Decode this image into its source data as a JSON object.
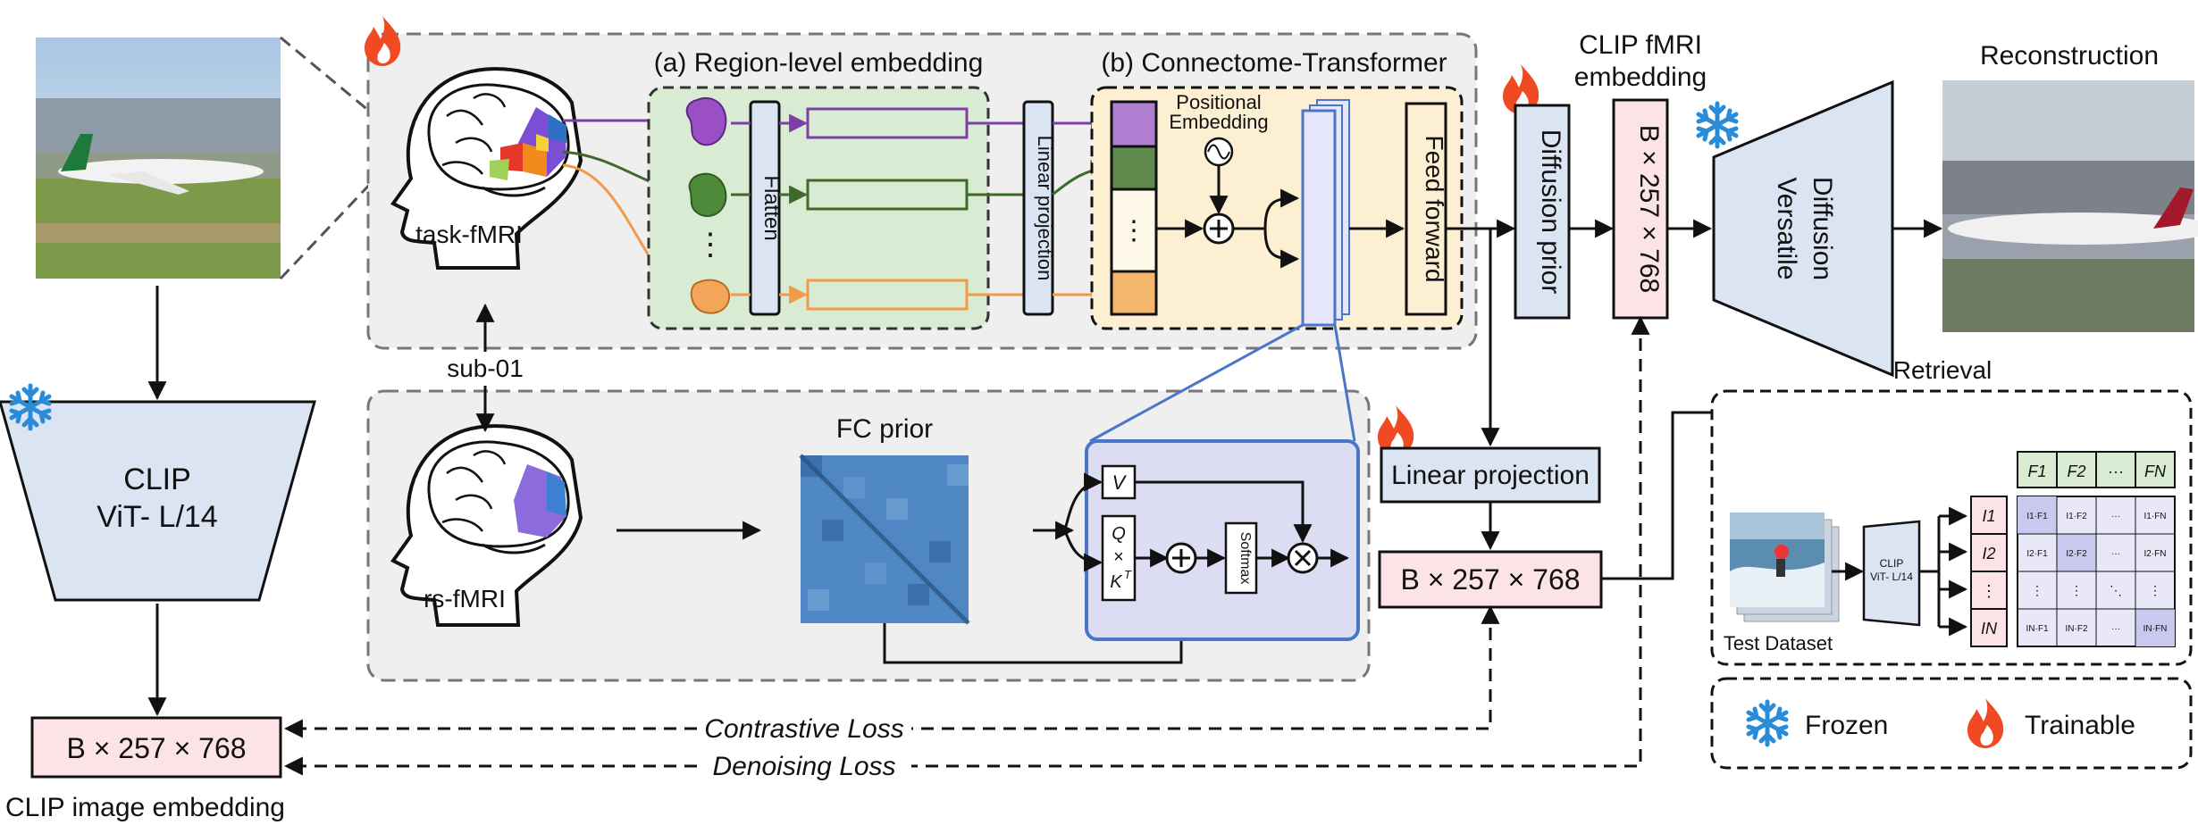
{
  "panels": {
    "region_title": "(a) Region-level embedding",
    "connectome_title": "(b) Connectome-Transformer"
  },
  "labels": {
    "task_fmri": "task-fMRI",
    "rs_fmri": "rs-fMRI",
    "subject": "sub-01",
    "flatten": "Flatten",
    "linear_projection_vertical": "Linear projection",
    "positional_embedding_line1": "Positional",
    "positional_embedding_line2": "Embedding",
    "feed_forward": "Feed forward",
    "fc_prior": "FC prior",
    "diffusion_prior": "Diffusion prior",
    "clip_fmri_line1": "CLIP fMRI",
    "clip_fmri_line2": "embedding",
    "clip_fmri_box": "B × 257 × 768",
    "versatile_line1": "Versatile",
    "versatile_line2": "Diffusion",
    "reconstruction": "Reconstruction",
    "linear_projection_box": "Linear projection",
    "embedding_box": "B × 257 × 768",
    "retrieval": "Retrieval",
    "clip_line1": "CLIP",
    "clip_line2": "ViT- L/14",
    "clip_small_line1": "CLIP",
    "clip_small_line2": "ViT- L/14",
    "test_dataset": "Test Dataset",
    "clip_image_box": "B × 257 × 768",
    "clip_image_embedding": "CLIP image embedding",
    "contrastive_loss": "Contrastive Loss",
    "denoising_loss": "Denoising Loss",
    "legend_frozen": "Frozen",
    "legend_trainable": "Trainable",
    "attn_v": "V",
    "attn_q": "Q",
    "attn_times": "×",
    "attn_kt": "K",
    "attn_kt_sup": "T",
    "softmax": "Softmax",
    "dots": "⋮"
  },
  "retrieval_matrix": {
    "F_labels": [
      "F1",
      "F2",
      "···",
      "FN"
    ],
    "I_labels": [
      "I1",
      "I2",
      "⋮",
      "IN"
    ],
    "rows": [
      [
        "I1·F1",
        "I1·F2",
        "···",
        "I1·FN"
      ],
      [
        "I2·F1",
        "I2·F2",
        "···",
        "I2·FN"
      ],
      [
        "⋮",
        "⋮",
        "⋱",
        "⋮"
      ],
      [
        "IN·F1",
        "IN·F2",
        "···",
        "IN·FN"
      ]
    ]
  },
  "colors": {
    "panel_gray": "#efefef",
    "region_green": "#d9ecd3",
    "connectome_yellow": "#fdf0d2",
    "attention_purple": "#dcdcf3",
    "attention_border": "#4a76c9",
    "box_blue": "#dbe4f3",
    "box_pink": "#fbe3e6",
    "token_purple": "#b17fd1",
    "token_green": "#5e8a4c",
    "token_orange": "#f3b66a",
    "arrow_purple": "#7d3fa6",
    "arrow_green": "#3d6a2a",
    "arrow_orange": "#f19a4a",
    "fire": "#f04a22",
    "snow": "#2a8cd8"
  },
  "icons": [
    "fire-icon",
    "snowflake-icon",
    "brain-icon",
    "head-icon",
    "sine-wave-icon"
  ]
}
